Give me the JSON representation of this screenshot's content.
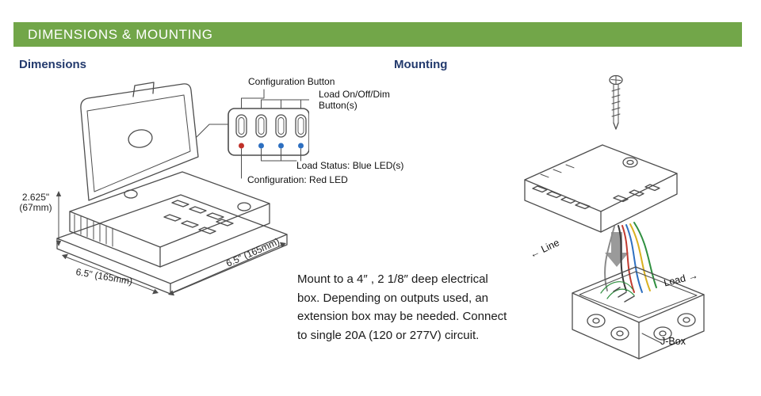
{
  "header": {
    "title": "DIMENSIONS & MOUNTING"
  },
  "dimensions": {
    "title": "Dimensions",
    "callouts": {
      "configuration_button": "Configuration Button",
      "load_buttons": "Load On/Off/Dim Button(s)",
      "load_status": "Load Status: Blue LED(s)",
      "configuration_led": "Configuration: Red LED"
    },
    "measurements": {
      "height_in": "2.625\"",
      "height_mm": "(67mm)",
      "width": "6.5\" (165mm)",
      "depth": "6.5\" (165mm)"
    }
  },
  "mounting": {
    "title": "Mounting",
    "labels": {
      "line": "Line",
      "load": "Load",
      "jbox": "J-Box"
    },
    "icons": {
      "line_arrow": "←",
      "load_arrow": "→"
    },
    "note": "Mount to a 4″ , 2 1/8″ deep electrical box. Depending on outputs used, an extension box may be needed. Connect to single 20A (120 or 277V) circuit.",
    "wire_colors": [
      "#3a3a3a",
      "#c13b30",
      "#2d6fc0",
      "#d9b020",
      "#2f8f3f",
      "#8a8a8a"
    ]
  },
  "colors": {
    "header_bg": "#72A649",
    "heading_text": "#233A6D",
    "led_red": "#C03028",
    "led_blue": "#2D6FC0"
  }
}
